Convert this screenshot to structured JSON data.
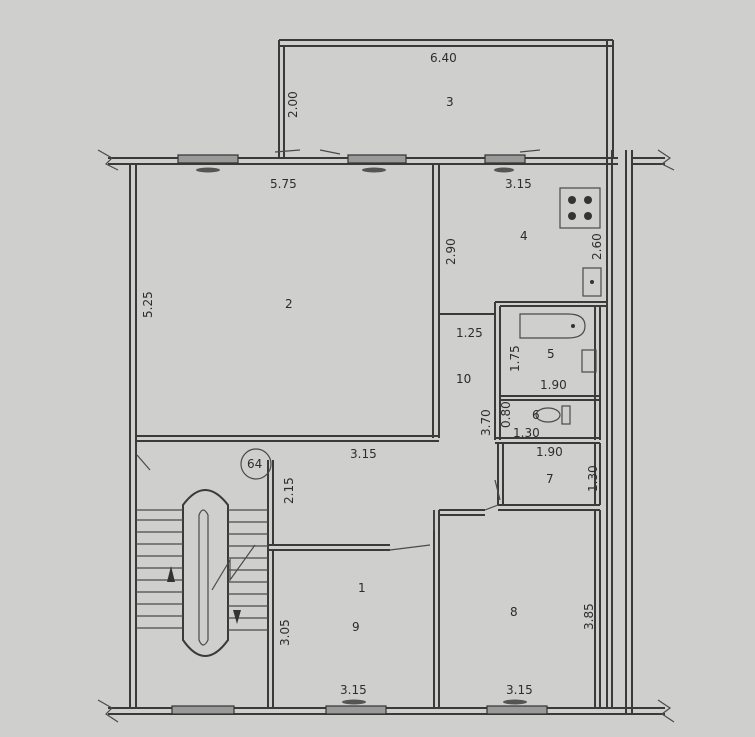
{
  "plan": {
    "rooms": [
      {
        "id": "1",
        "label": "1"
      },
      {
        "id": "2",
        "label": "2"
      },
      {
        "id": "3",
        "label": "3"
      },
      {
        "id": "4",
        "label": "4"
      },
      {
        "id": "5",
        "label": "5"
      },
      {
        "id": "6",
        "label": "6"
      },
      {
        "id": "7",
        "label": "7"
      },
      {
        "id": "8",
        "label": "8"
      },
      {
        "id": "9",
        "label": "9"
      },
      {
        "id": "10",
        "label": "10"
      }
    ],
    "dimensions": {
      "balcony_width": "6.40",
      "balcony_depth": "2.00",
      "room2_width": "5.75",
      "room2_depth": "5.25",
      "room2_bottom": "3.15",
      "kitchen_width": "3.15",
      "kitchen_depth_left": "2.90",
      "kitchen_depth_right": "2.60",
      "hall_1": "1.25",
      "bath_depth": "1.75",
      "bath_width": "1.90",
      "hall_10_depth": "3.70",
      "wc_depth": "0.80",
      "wc_width": "1.30",
      "room7_width": "1.90",
      "room7_depth": "1.30",
      "hall_depth": "2.15",
      "room9_depth": "3.05",
      "room9_width": "3.15",
      "room8_depth": "3.85",
      "room8_width": "3.15"
    },
    "stair_badge": "64"
  }
}
